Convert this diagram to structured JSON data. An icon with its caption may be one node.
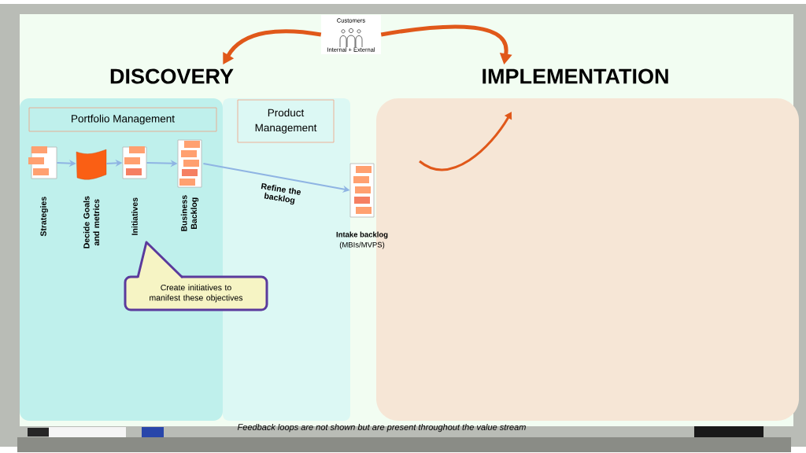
{
  "diagram": {
    "caption": "Feedback loops are not shown but are present throughout the value stream",
    "nodes": [
      {
        "text": [
          "DISCOVERY"
        ]
      },
      {
        "text": [
          "IMPLEMENTATION"
        ]
      },
      {
        "text": [
          "Customers",
          "Internal + External"
        ]
      },
      {
        "text": [],
        "shape": "box"
      },
      {
        "text": [
          "Portfolio Management"
        ],
        "in": 3
      },
      {
        "text": [
          "Strategies"
        ],
        "in": 3
      },
      {
        "text": [
          "Decide Goals and metrics"
        ],
        "in": 3
      },
      {
        "text": [
          "Initiatives"
        ],
        "in": 3
      },
      {
        "text": [
          "Business Backlog"
        ],
        "in": 3
      },
      {
        "text": [
          "Create initiatives to manifest these objectives"
        ]
      },
      {
        "text": [],
        "shape": "box"
      },
      {
        "text": [
          "Product Management"
        ],
        "in": 10
      },
      {
        "text": [
          "Intake backlog",
          "(MBIs/MVPS)"
        ]
      },
      {
        "text": [],
        "shape": "box"
      }
    ],
    "edges": [
      {
        "from": 2,
        "to": 0,
        "arrow": "to",
        "style": "thick",
        "color": "#e0581a"
      },
      {
        "from": 2,
        "to": 1,
        "arrow": "to",
        "style": "thick",
        "color": "#e0581a"
      },
      {
        "from": 5,
        "to": 6,
        "arrow": "to"
      },
      {
        "from": 6,
        "to": 7,
        "arrow": "to"
      },
      {
        "from": 7,
        "to": 8,
        "arrow": "to"
      },
      {
        "from": 8,
        "to": 12,
        "arrow": "to",
        "label": "Refine the backlog"
      }
    ]
  }
}
